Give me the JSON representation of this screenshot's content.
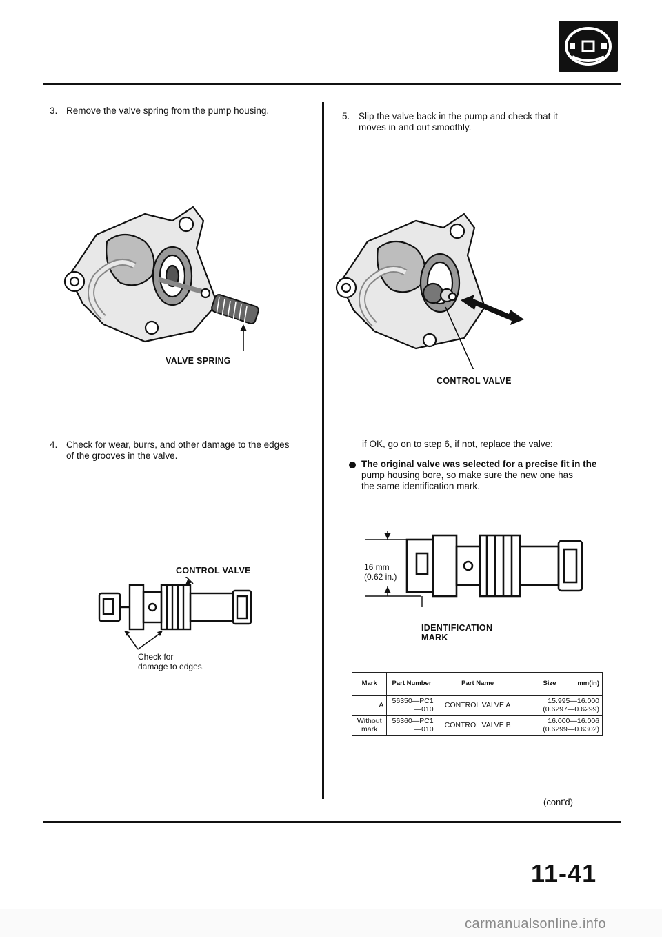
{
  "page": {
    "steps": [
      {
        "num": "3.",
        "text": "Remove the valve spring from the pump housing."
      },
      {
        "num": "4.",
        "text_lines": [
          "Check for wear, burrs, and other damage to the edges",
          "of the grooves in the valve."
        ]
      },
      {
        "num": "5.",
        "text_lines": [
          "Slip the valve back in the pump and check that it",
          "moves in and out smoothly."
        ]
      }
    ],
    "labels": {
      "valve_spring": "VALVE SPRING",
      "control_valve_left": "CONTROL VALVE",
      "check_for_line1": "Check for",
      "check_for_line2": "damage to edges.",
      "control_valve_right": "CONTROL VALVE",
      "dimension_line1": "16 mm",
      "dimension_line2": "(0.62 in.)",
      "identification_line1": "IDENTIFICATION",
      "identification_line2": "MARK"
    },
    "note": "if OK, go on to step 6, if not, replace the valve:",
    "bullet_lines": [
      "The original valve was selected for a precise fit in the",
      "pump housing bore, so make sure the new one has",
      "the same identification mark."
    ],
    "table": {
      "headers": [
        "Mark",
        "Part Number",
        "Part Name",
        "Size",
        "mm(in)"
      ],
      "rows": [
        {
          "mark": [
            "A"
          ],
          "part_number": [
            "56350—PC1",
            "—010"
          ],
          "part_name": "CONTROL VALVE A",
          "size": [
            "15.995—16.000",
            "(0.6297—0.6299)"
          ]
        },
        {
          "mark": [
            "Without",
            "mark"
          ],
          "part_number": [
            "56360—PC1",
            "—010"
          ],
          "part_name": "CONTROL VALVE B",
          "size": [
            "16.000—16.006",
            "(0.6299—0.6302)"
          ]
        }
      ]
    },
    "contd": "(cont'd)",
    "page_number": "11-41",
    "footer": "carmanualsonline.info"
  }
}
